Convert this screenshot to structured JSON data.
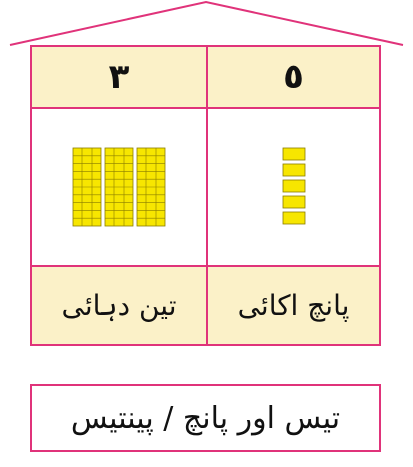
{
  "colors": {
    "border": "#e0337a",
    "panel_bg": "#fbf1c8",
    "block": "#f7e600",
    "block_edge": "#8a7d00"
  },
  "place_value": {
    "left": {
      "digit": "٣",
      "word": "تین دہائی",
      "ten_rods": 3
    },
    "right": {
      "digit": "٥",
      "word": "پانچ اکائی",
      "unit_cubes": 5
    }
  },
  "summary": {
    "text": "تیس اور پانچ / پینتیس"
  }
}
